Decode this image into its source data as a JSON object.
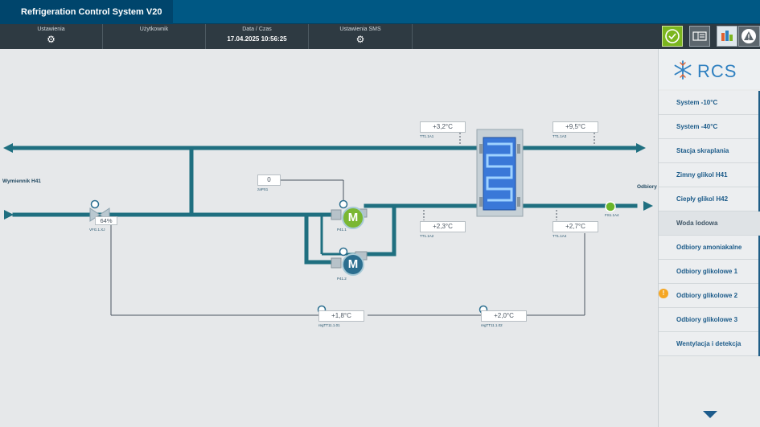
{
  "app": {
    "title": "Refrigeration Control System V20"
  },
  "header": {
    "settings_label": "Ustawienia",
    "user_label": "Użytkownik",
    "datetime_label": "Data / Czas",
    "datetime_value": "17.04.2025 10:56:25",
    "sms_label": "Ustawienia SMS"
  },
  "diagram": {
    "source_label": "Wymiennik H41",
    "consumers_label": "Odbiory",
    "valve": {
      "percent": "64%",
      "tag": "VFG.1.XJ"
    },
    "pressure": {
      "value": "0",
      "tag": "zaPS1"
    },
    "temp_top_left": {
      "value": "+3,2°C",
      "tag": "TT1.1A1"
    },
    "temp_top_right": {
      "value": "+9,5°C",
      "tag": "TT1.1A3"
    },
    "temp_mid_left": {
      "value": "+2,3°C",
      "tag": "TT1.1A2"
    },
    "temp_mid_right": {
      "value": "+2,7°C",
      "tag": "TT1.1A4"
    },
    "temp_bottom_left": {
      "value": "+1,8°C",
      "tag": "regTT11.1.01"
    },
    "temp_bottom_right": {
      "value": "+2,0°C",
      "tag": "regTT11.1.02"
    },
    "pump1": {
      "letter": "M",
      "tag": "P41.1"
    },
    "pump2": {
      "letter": "M",
      "tag": "P41.2"
    },
    "flow_tag": "FS1.1A4"
  },
  "nav": {
    "logo": "RCS",
    "items": [
      {
        "label": "System -10°C"
      },
      {
        "label": "System -40°C"
      },
      {
        "label": "Stacja skraplania"
      },
      {
        "label": "Zimny glikol H41"
      },
      {
        "label": "Ciepły glikol H42"
      },
      {
        "label": "Woda lodowa"
      },
      {
        "label": "Odbiory amoniakalne"
      },
      {
        "label": "Odbiory glikolowe 1"
      },
      {
        "label": "Odbiory glikolowe 2"
      },
      {
        "label": "Odbiory glikolowe 3"
      },
      {
        "label": "Wentylacja i detekcja"
      }
    ],
    "active_index": 5,
    "alarm_index": 8,
    "alarm_symbol": "!"
  },
  "colors": {
    "pipe": "#1f6f80",
    "pump_on": "#7ab733",
    "pump_off": "#2b6e8f",
    "accent": "#005884"
  }
}
